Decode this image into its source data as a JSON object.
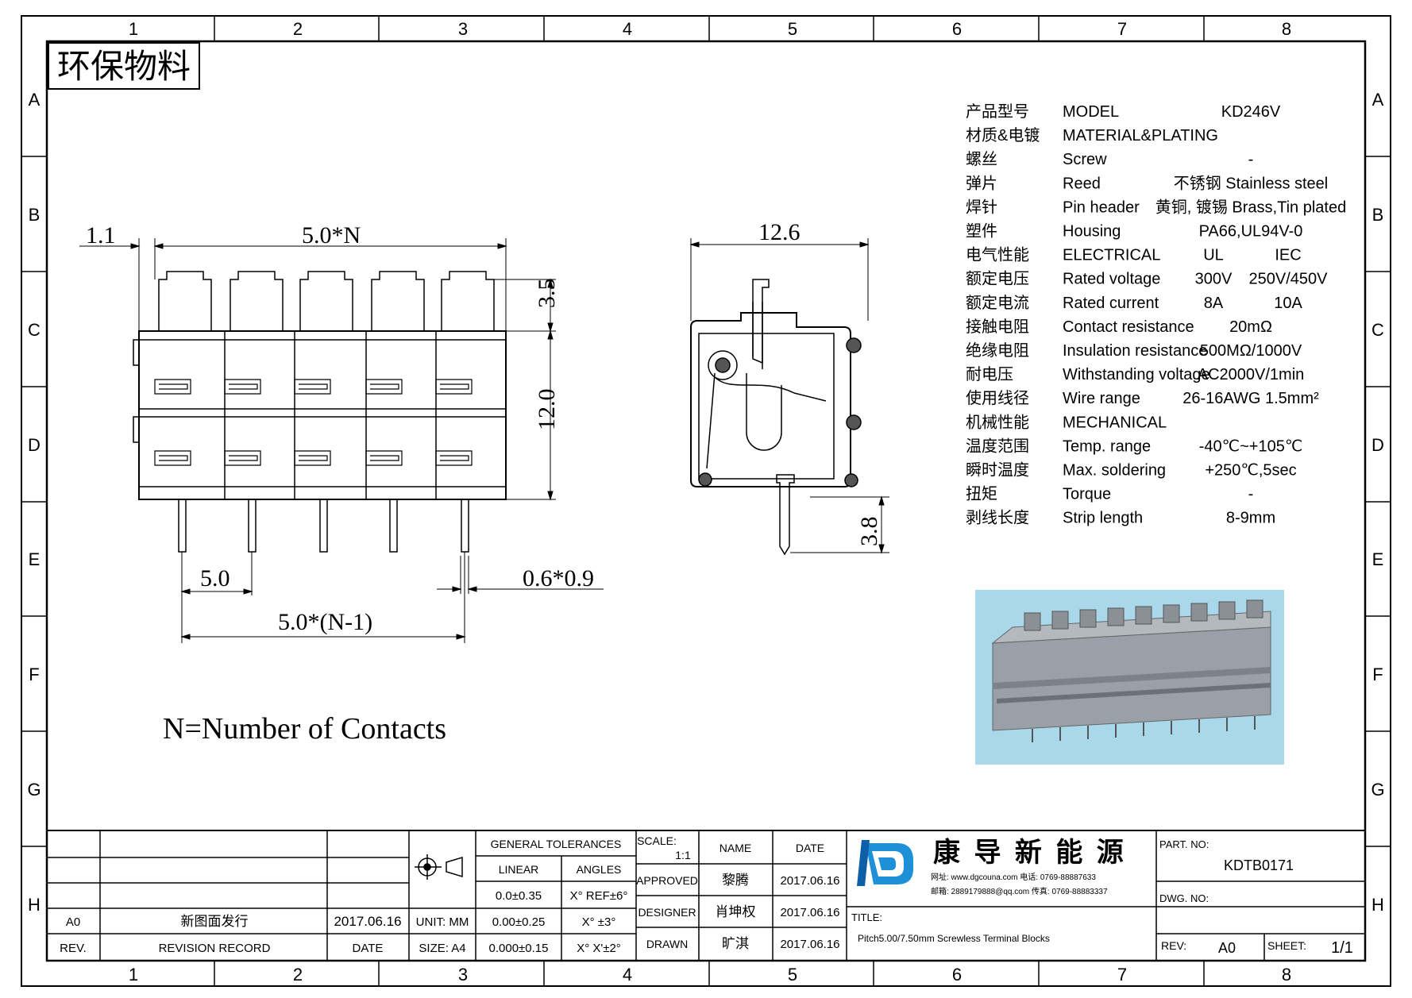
{
  "frame": {
    "columns": [
      "1",
      "2",
      "3",
      "4",
      "5",
      "6",
      "7",
      "8"
    ],
    "rows": [
      "A",
      "B",
      "C",
      "D",
      "E",
      "F",
      "G",
      "H"
    ]
  },
  "stamp": "环保物料",
  "dims": {
    "front": {
      "pitch_offset": "1.1",
      "total": "5.0*N",
      "button": "3.5",
      "height": "12.0",
      "pin_pitch": "5.0",
      "pin_span": "5.0*(N-1)",
      "pin_size": "0.6*0.9"
    },
    "side": {
      "width": "12.6",
      "pin": "3.8"
    }
  },
  "note": "N=Number of Contacts",
  "specs": [
    {
      "cn": "产品型号",
      "en": "MODEL",
      "v1": "KD246V",
      "v2": ""
    },
    {
      "cn": "材质&电镀",
      "en": "MATERIAL&PLATING",
      "v1": "",
      "v2": ""
    },
    {
      "cn": "螺丝",
      "en": "Screw",
      "v1": "-",
      "v2": ""
    },
    {
      "cn": "弹片",
      "en": "Reed",
      "v1": "不锈钢 Stainless steel",
      "v2": ""
    },
    {
      "cn": "焊针",
      "en": "Pin header",
      "v1": "黄铜, 镀锡 Brass,Tin plated",
      "v2": ""
    },
    {
      "cn": "塑件",
      "en": "Housing",
      "v1": "PA66,UL94V-0",
      "v2": ""
    },
    {
      "cn": "电气性能",
      "en": "ELECTRICAL",
      "v1": "UL",
      "v2": "IEC"
    },
    {
      "cn": "额定电压",
      "en": "Rated voltage",
      "v1": "300V",
      "v2": "250V/450V"
    },
    {
      "cn": "额定电流",
      "en": "Rated current",
      "v1": "8A",
      "v2": "10A"
    },
    {
      "cn": "接触电阻",
      "en": "Contact resistance",
      "v1": "20mΩ",
      "v2": ""
    },
    {
      "cn": "绝缘电阻",
      "en": "Insulation resistance",
      "v1": "500MΩ/1000V",
      "v2": ""
    },
    {
      "cn": "耐电压",
      "en": "Withstanding voltage",
      "v1": "AC2000V/1min",
      "v2": ""
    },
    {
      "cn": "使用线径",
      "en": "Wire range",
      "v1": "26-16AWG 1.5mm²",
      "v2": ""
    },
    {
      "cn": "机械性能",
      "en": "MECHANICAL",
      "v1": "",
      "v2": ""
    },
    {
      "cn": "温度范围",
      "en": "Temp. range",
      "v1": "-40℃~+105℃",
      "v2": ""
    },
    {
      "cn": "瞬时温度",
      "en": "Max. soldering",
      "v1": "+250℃,5sec",
      "v2": ""
    },
    {
      "cn": "扭矩",
      "en": "Torque",
      "v1": "-",
      "v2": ""
    },
    {
      "cn": "剥线长度",
      "en": "Strip length",
      "v1": "8-9mm",
      "v2": ""
    }
  ],
  "title_block": {
    "revision": {
      "rev_value": "A0",
      "record_value": "新图面发行",
      "date_value": "2017.06.16",
      "rev_label": "REV.",
      "record_label": "REVISION RECORD",
      "date_label": "DATE"
    },
    "unit": "UNIT: MM",
    "size": "SIZE: A4",
    "tolerances": {
      "header": "GENERAL TOLERANCES",
      "linear": "LINEAR",
      "angles": "ANGLES",
      "l1": "0.0±0.35",
      "l2": "0.00±0.25",
      "l3": "0.000±0.15",
      "a1": "X° REF±6°",
      "a2": "X° ±3°",
      "a3": "X° X'±2°"
    },
    "scale_label": "SCALE:",
    "scale_value": "1:1",
    "name_label": "NAME",
    "date_label": "DATE",
    "people": [
      {
        "role": "APPROVED",
        "name": "黎腾",
        "date": "2017.06.16"
      },
      {
        "role": "DESIGNER",
        "name": "肖坤权",
        "date": "2017.06.16"
      },
      {
        "role": "DRAWN",
        "name": "旷淇",
        "date": "2017.06.16"
      }
    ],
    "company": "康 导 新 能 源",
    "company_line1": "网址: www.dgcouna.com  电话: 0769-88887633",
    "company_line2": "邮箱: 2889179888@qq.com 传真: 0769-88883337",
    "title_label": "TITLE:",
    "title": "Pitch5.00/7.50mm Screwless Terminal Blocks",
    "part_no_label": "PART. NO:",
    "part_no": "KDTB0171",
    "dwg_no_label": "DWG. NO:",
    "rev_label": "REV:",
    "rev": "A0",
    "sheet_label": "SHEET:",
    "sheet": "1/1"
  },
  "colors": {
    "photo_bg": "#a8d8ea",
    "block_grey": "#8a8f96",
    "logo_blue": "#1e90d8"
  }
}
